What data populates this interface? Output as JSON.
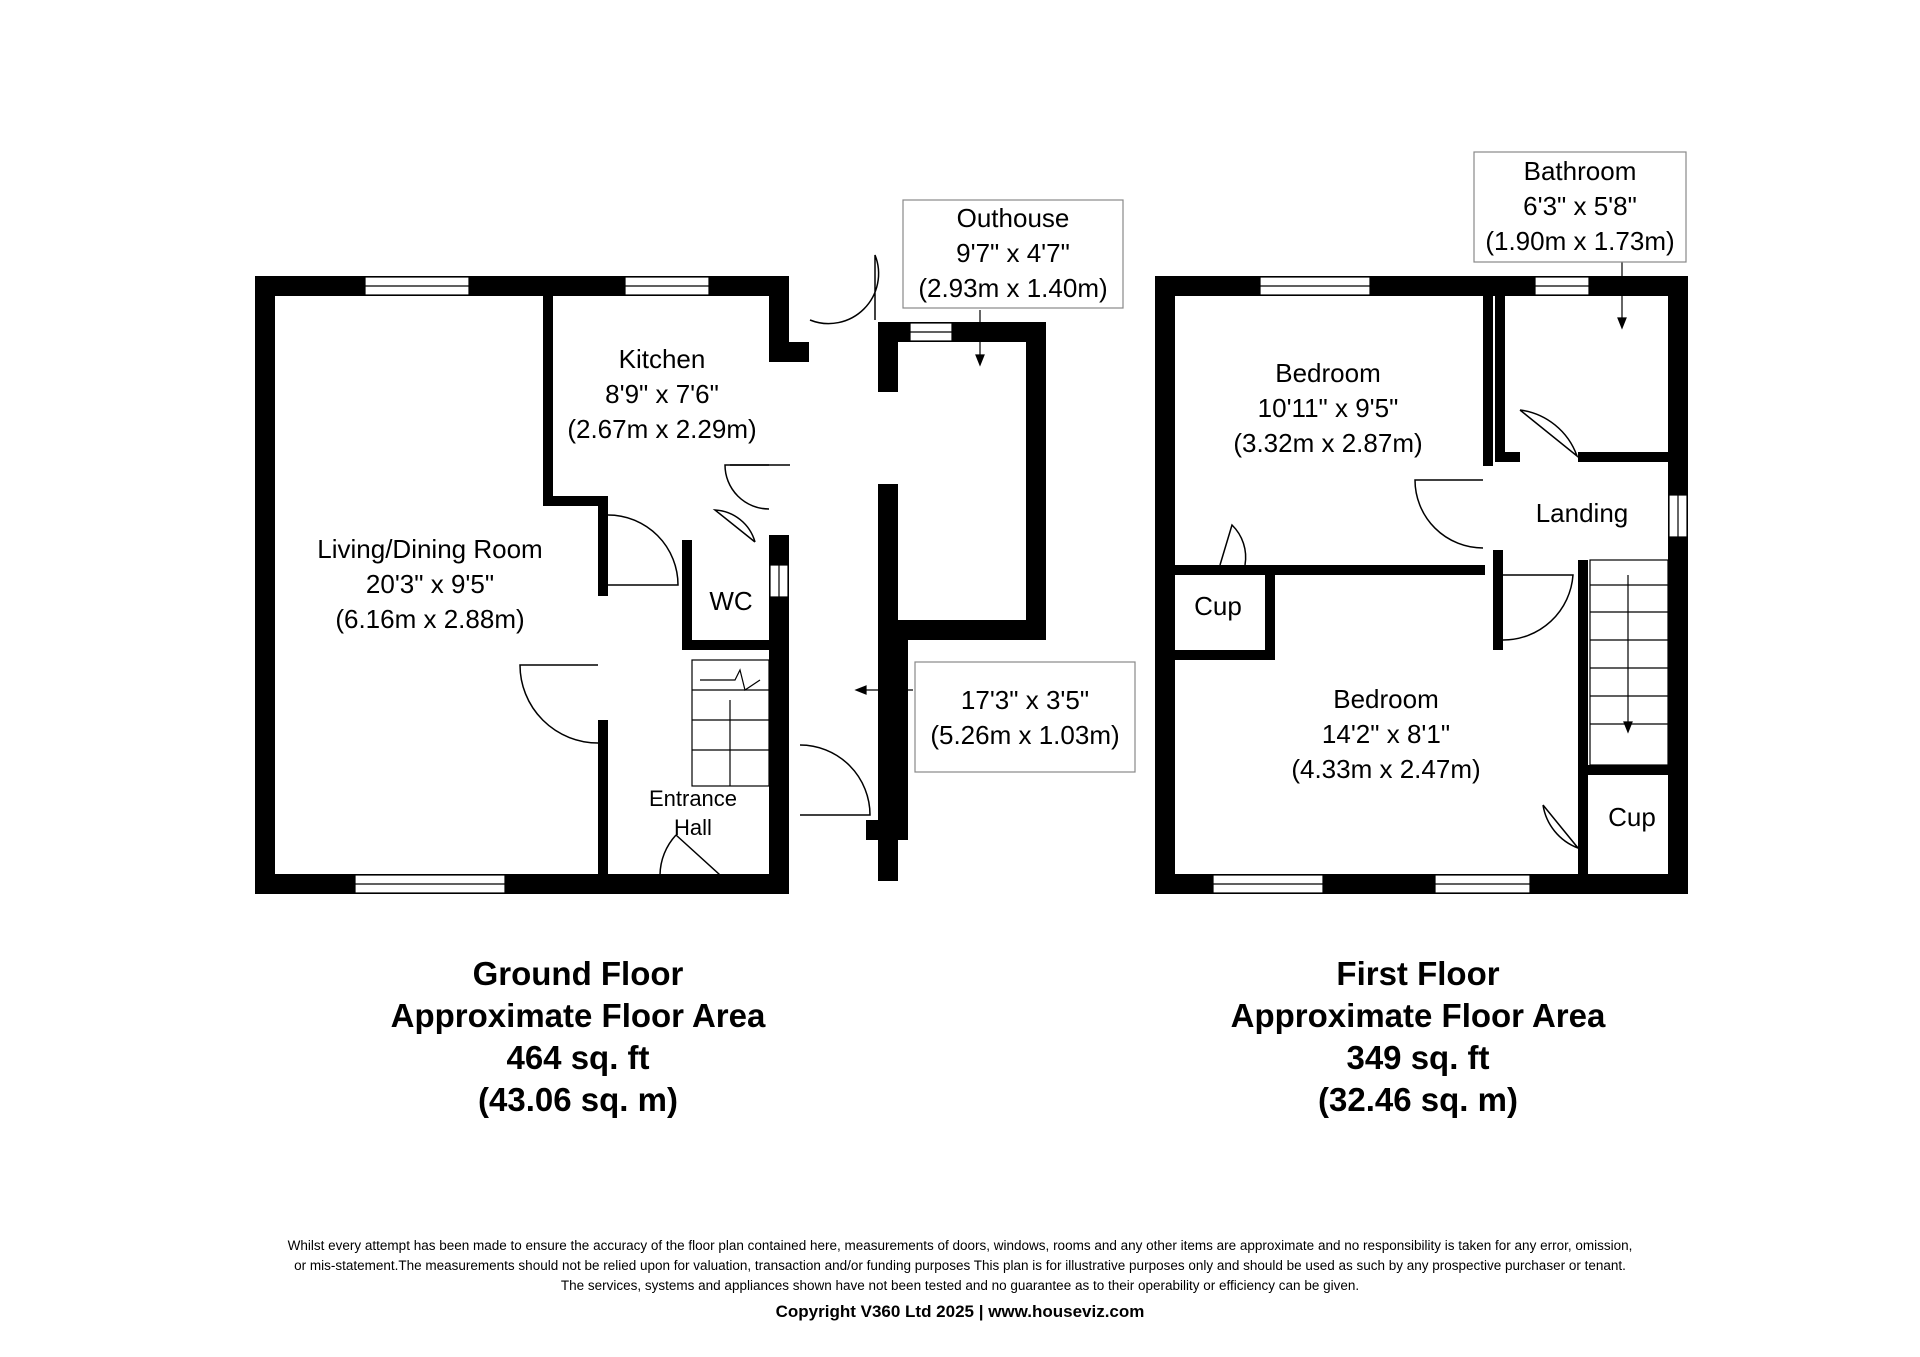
{
  "ground_floor": {
    "rooms": {
      "living": [
        "Living/Dining Room",
        "20'3\" x 9'5\"",
        "(6.16m x 2.88m)"
      ],
      "kitchen": [
        "Kitchen",
        "8'9\" x 7'6\"",
        "(2.67m x 2.29m)"
      ],
      "wc": [
        "WC"
      ],
      "entrance": [
        "Entrance",
        "Hall"
      ],
      "outhouse": [
        "Outhouse",
        "9'7\" x 4'7\"",
        "(2.93m x 1.40m)"
      ],
      "passage": [
        "17'3\" x 3'5\"",
        "(5.26m x 1.03m)"
      ]
    },
    "title": [
      "Ground Floor",
      "Approximate Floor Area",
      "464 sq. ft",
      "(43.06 sq. m)"
    ]
  },
  "first_floor": {
    "rooms": {
      "bathroom": [
        "Bathroom",
        "6'3\" x 5'8\"",
        "(1.90m x 1.73m)"
      ],
      "bedroom1": [
        "Bedroom",
        "10'11\" x 9'5\"",
        "(3.32m x 2.87m)"
      ],
      "landing": [
        "Landing"
      ],
      "cup1": [
        "Cup"
      ],
      "bedroom2": [
        "Bedroom",
        "14'2\" x 8'1\"",
        "(4.33m x 2.47m)"
      ],
      "cup2": [
        "Cup"
      ]
    },
    "title": [
      "First Floor",
      "Approximate Floor Area",
      "349 sq. ft",
      "(32.46 sq. m)"
    ]
  },
  "disclaimer": [
    "Whilst every attempt has been made to ensure the accuracy of the floor plan contained here, measurements of doors, windows, rooms and any other items are approximate and no responsibility is taken for any error, omission,",
    "or mis-statement.The measurements should not be relied upon for valuation, transaction and/or funding purposes This plan is for illustrative purposes only and should be used as such by any prospective purchaser or tenant.",
    "The services, systems and appliances shown have not been tested and no guarantee as to their operability or efficiency can be given."
  ],
  "copyright": "Copyright V360 Ltd 2025 | www.houseviz.com",
  "colors": {
    "wall": "#000000",
    "background": "#ffffff",
    "line": "#000000",
    "label_box_border": "#888888"
  }
}
